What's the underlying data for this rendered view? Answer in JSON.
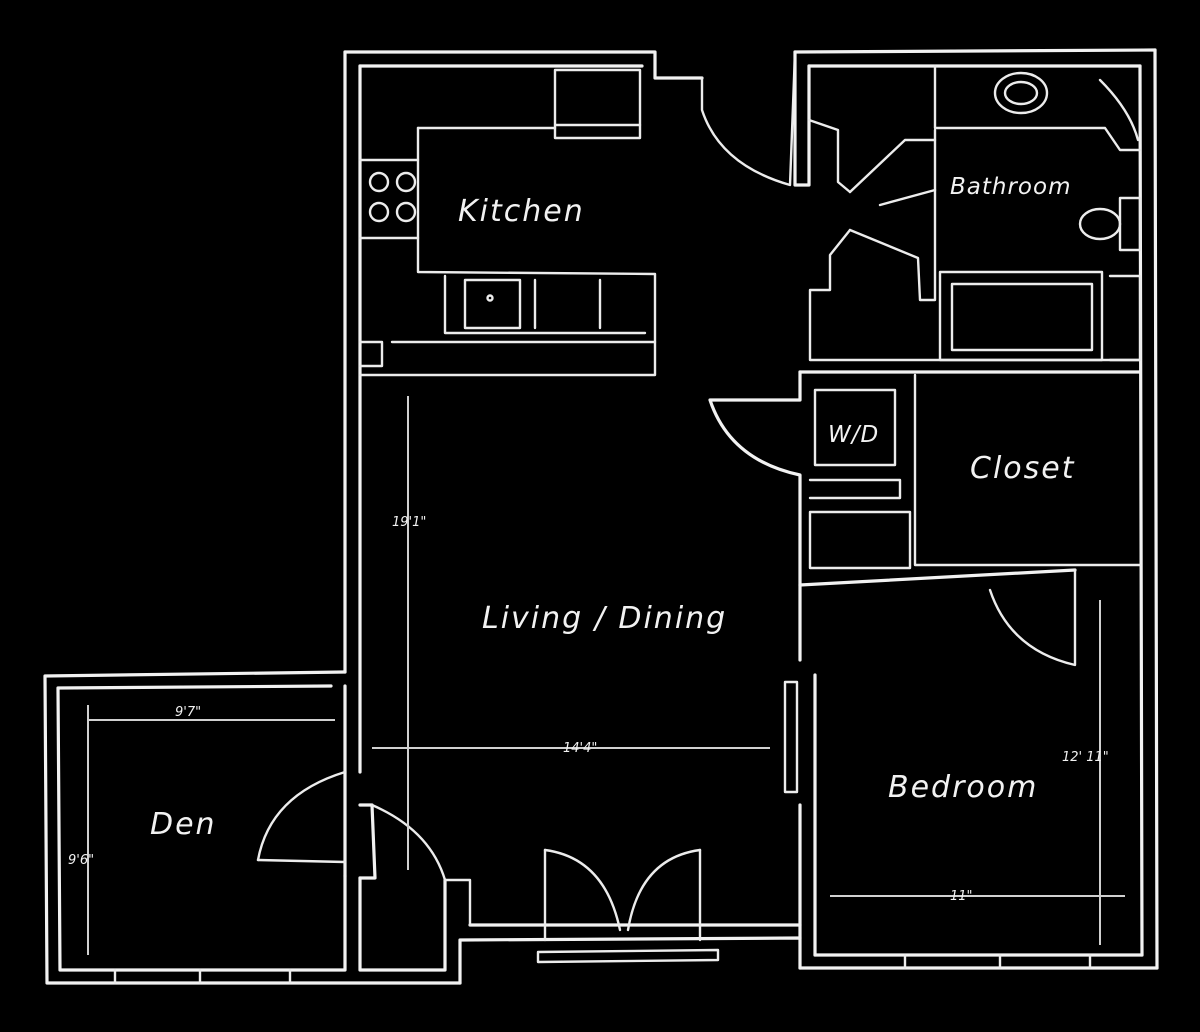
{
  "rooms": {
    "kitchen": "Kitchen",
    "bathroom": "Bathroom",
    "wd": "W/D",
    "closet": "Closet",
    "living_dining": "Living / Dining",
    "bedroom": "Bedroom",
    "den": "Den"
  },
  "dimensions": {
    "living_depth": "19'1\"",
    "living_width": "14'4\"",
    "den_width": "9'7\"",
    "den_depth": "9'6\"",
    "bedroom_depth": "12' 11\"",
    "bedroom_width": "11\""
  }
}
